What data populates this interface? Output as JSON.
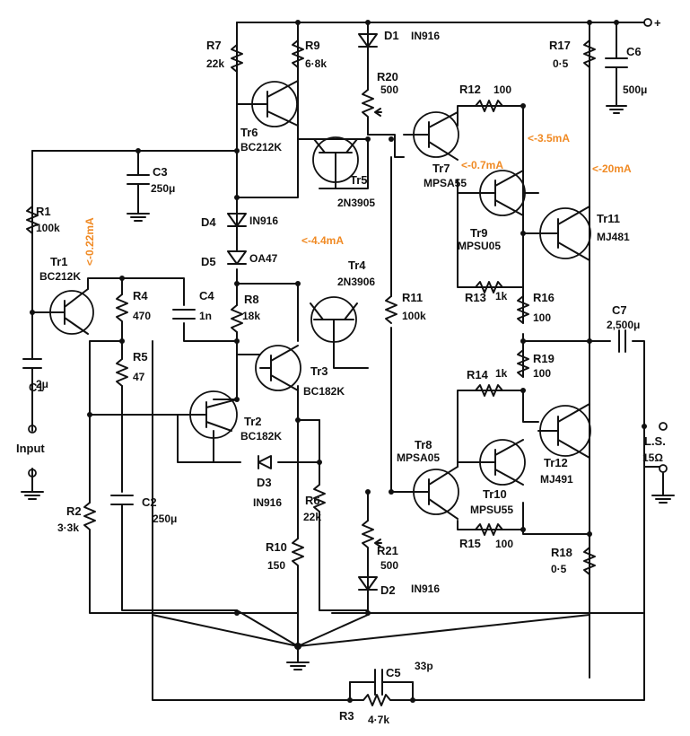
{
  "supply": {
    "plus": "+"
  },
  "labels": {
    "input": "Input",
    "ls": "L.S.",
    "ls_imp": "15Ω"
  },
  "annotations": {
    "tr1_current": "<-0.22mA",
    "tr3_current": "<-4.4mA",
    "tr7_current": "<-0.7mA",
    "tr9_current": "<-3.5mA",
    "tr11_current": "<-20mA"
  },
  "components": {
    "R1": {
      "name": "R1",
      "value": "100k"
    },
    "R2": {
      "name": "R2",
      "value": "3·3k"
    },
    "R3": {
      "name": "R3",
      "value": "4·7k"
    },
    "R4": {
      "name": "R4",
      "value": "470"
    },
    "R5": {
      "name": "R5",
      "value": "47"
    },
    "R6": {
      "name": "R6",
      "value": "22k"
    },
    "R7": {
      "name": "R7",
      "value": "22k"
    },
    "R8": {
      "name": "R8",
      "value": "18k"
    },
    "R9": {
      "name": "R9",
      "value": "6·8k"
    },
    "R10": {
      "name": "R10",
      "value": "150"
    },
    "R11": {
      "name": "R11",
      "value": "100k"
    },
    "R12": {
      "name": "R12",
      "value": "100"
    },
    "R13": {
      "name": "R13",
      "value": "1k"
    },
    "R14": {
      "name": "R14",
      "value": "1k"
    },
    "R15": {
      "name": "R15",
      "value": "100"
    },
    "R16": {
      "name": "R16",
      "value": "100"
    },
    "R17": {
      "name": "R17",
      "value": "0·5"
    },
    "R18": {
      "name": "R18",
      "value": "0·5"
    },
    "R19": {
      "name": "R19",
      "value": "100"
    },
    "R20": {
      "name": "R20",
      "value": "500"
    },
    "R21": {
      "name": "R21",
      "value": "500"
    },
    "C1": {
      "name": "C1",
      "value": "2μ"
    },
    "C2": {
      "name": "C2",
      "value": "250μ"
    },
    "C3": {
      "name": "C3",
      "value": "250μ"
    },
    "C4": {
      "name": "C4",
      "value": "1n"
    },
    "C5": {
      "name": "C5",
      "value": "33p"
    },
    "C6": {
      "name": "C6",
      "value": "500μ"
    },
    "C7": {
      "name": "C7",
      "value": "2,500μ"
    },
    "D1": {
      "name": "D1",
      "value": "IN916"
    },
    "D2": {
      "name": "D2",
      "value": "IN916"
    },
    "D3": {
      "name": "D3",
      "value": "IN916"
    },
    "D4": {
      "name": "D4",
      "value": "IN916"
    },
    "D5": {
      "name": "D5",
      "value": "OA47"
    },
    "Tr1": {
      "name": "Tr1",
      "value": "BC212K"
    },
    "Tr2": {
      "name": "Tr2",
      "value": "BC182K"
    },
    "Tr3": {
      "name": "Tr3",
      "value": "BC182K"
    },
    "Tr4": {
      "name": "Tr4",
      "value": "2N3906"
    },
    "Tr5": {
      "name": "Tr5",
      "value": "2N3905"
    },
    "Tr6": {
      "name": "Tr6",
      "value": "BC212K"
    },
    "Tr7": {
      "name": "Tr7",
      "value": "MPSA55"
    },
    "Tr8": {
      "name": "Tr8",
      "value": "MPSA05"
    },
    "Tr9": {
      "name": "Tr9",
      "value": "MPSU05"
    },
    "Tr10": {
      "name": "Tr10",
      "value": "MPSU55"
    },
    "Tr11": {
      "name": "Tr11",
      "value": "MJ481"
    },
    "Tr12": {
      "name": "Tr12",
      "value": "MJ491"
    }
  }
}
